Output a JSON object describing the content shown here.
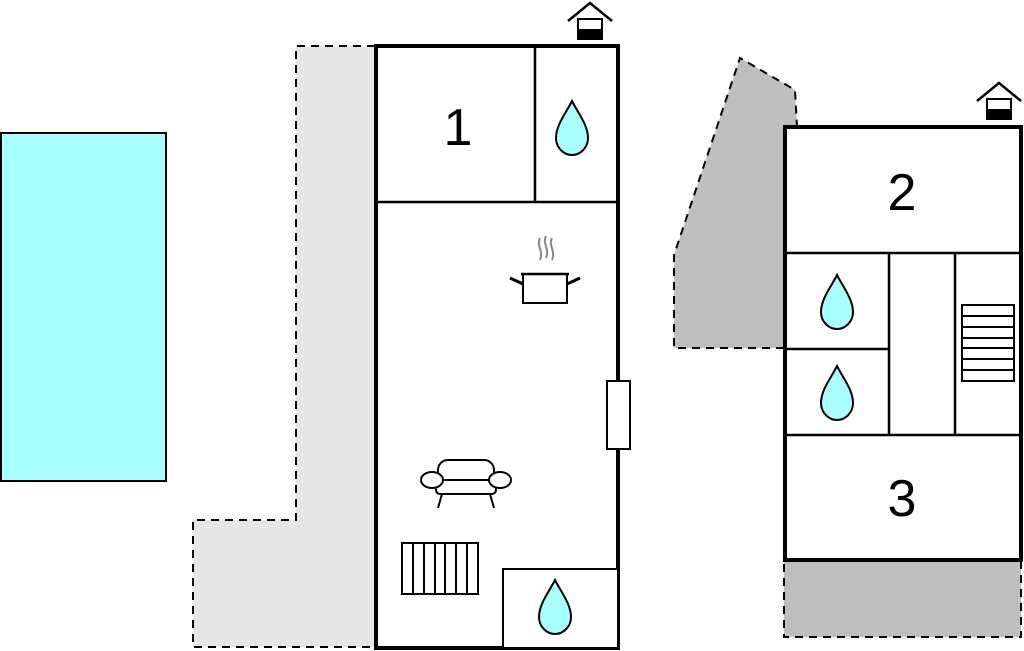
{
  "rooms": [
    {
      "label": "1"
    },
    {
      "label": "2"
    },
    {
      "label": "3"
    }
  ],
  "colors": {
    "pool": "#aaffff",
    "terrace_light": "#e6e6e6",
    "terrace_dark": "#bfbfbf",
    "wall": "#000000",
    "water_drop": "#aaffff"
  },
  "icons": [
    "house-entrance-icon",
    "water-drop-icon",
    "cooking-pot-icon",
    "sofa-icon",
    "radiator-icon",
    "stairs-icon",
    "door-icon"
  ]
}
